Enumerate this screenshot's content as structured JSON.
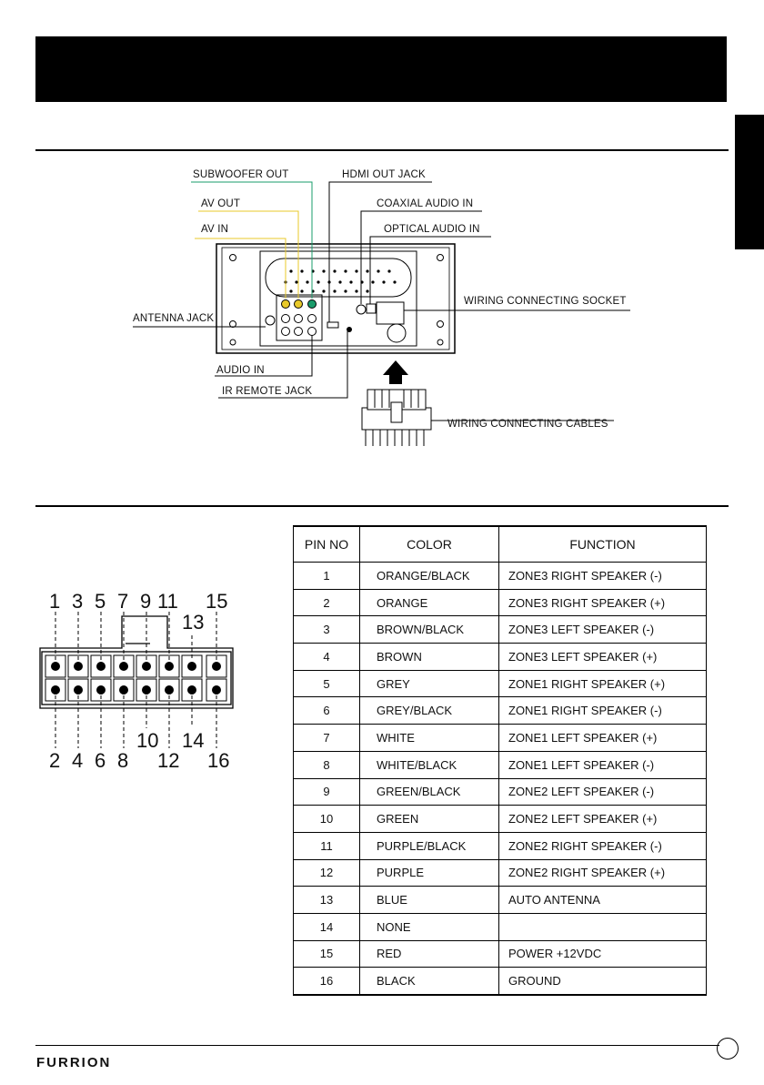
{
  "callouts": {
    "subwoofer_out": "SUBWOOFER OUT",
    "av_out": "AV OUT",
    "av_in": "AV IN",
    "hdmi_out": "HDMI OUT JACK",
    "coaxial_in": "COAXIAL AUDIO IN",
    "optical_in": "OPTICAL AUDIO IN",
    "wiring_socket": "WIRING CONNECTING SOCKET",
    "antenna_jack": "ANTENNA JACK",
    "audio_in": "AUDIO IN",
    "ir_remote": "IR REMOTE JACK",
    "wiring_cables": "WIRING CONNECTING CABLES"
  },
  "connector": {
    "top_labels": [
      "1",
      "3",
      "5",
      "7",
      "9",
      "11",
      "15"
    ],
    "top_mid_label": "13",
    "bottom_labels": [
      "2",
      "4",
      "6",
      "8",
      "12",
      "16"
    ],
    "bottom_mid_labels": [
      "10",
      "14"
    ]
  },
  "table": {
    "headers": [
      "PIN NO",
      "COLOR",
      "FUNCTION"
    ],
    "rows": [
      {
        "pin": "1",
        "color": "ORANGE/BLACK",
        "function": "ZONE3 RIGHT SPEAKER (-)"
      },
      {
        "pin": "2",
        "color": "ORANGE",
        "function": "ZONE3 RIGHT SPEAKER (+)"
      },
      {
        "pin": "3",
        "color": "BROWN/BLACK",
        "function": "ZONE3 LEFT SPEAKER (-)"
      },
      {
        "pin": "4",
        "color": "BROWN",
        "function": "ZONE3 LEFT SPEAKER (+)"
      },
      {
        "pin": "5",
        "color": "GREY",
        "function": "ZONE1 RIGHT SPEAKER (+)"
      },
      {
        "pin": "6",
        "color": "GREY/BLACK",
        "function": "ZONE1 RIGHT SPEAKER (-)"
      },
      {
        "pin": "7",
        "color": "WHITE",
        "function": "ZONE1 LEFT SPEAKER (+)"
      },
      {
        "pin": "8",
        "color": "WHITE/BLACK",
        "function": "ZONE1 LEFT SPEAKER (-)"
      },
      {
        "pin": "9",
        "color": "GREEN/BLACK",
        "function": "ZONE2 LEFT SPEAKER (-)"
      },
      {
        "pin": "10",
        "color": "GREEN",
        "function": "ZONE2 LEFT SPEAKER (+)"
      },
      {
        "pin": "11",
        "color": "PURPLE/BLACK",
        "function": "ZONE2 RIGHT SPEAKER (-)"
      },
      {
        "pin": "12",
        "color": "PURPLE",
        "function": "ZONE2 RIGHT SPEAKER (+)"
      },
      {
        "pin": "13",
        "color": "BLUE",
        "function": "AUTO ANTENNA"
      },
      {
        "pin": "14",
        "color": "NONE",
        "function": ""
      },
      {
        "pin": "15",
        "color": "RED",
        "function": "POWER +12VDC"
      },
      {
        "pin": "16",
        "color": "BLACK",
        "function": "GROUND"
      }
    ]
  },
  "footer": {
    "brand": "FURRION"
  },
  "colors": {
    "subwoofer_line": "#1a9c6b",
    "av_line": "#e8c92a",
    "dark": "#000000"
  }
}
